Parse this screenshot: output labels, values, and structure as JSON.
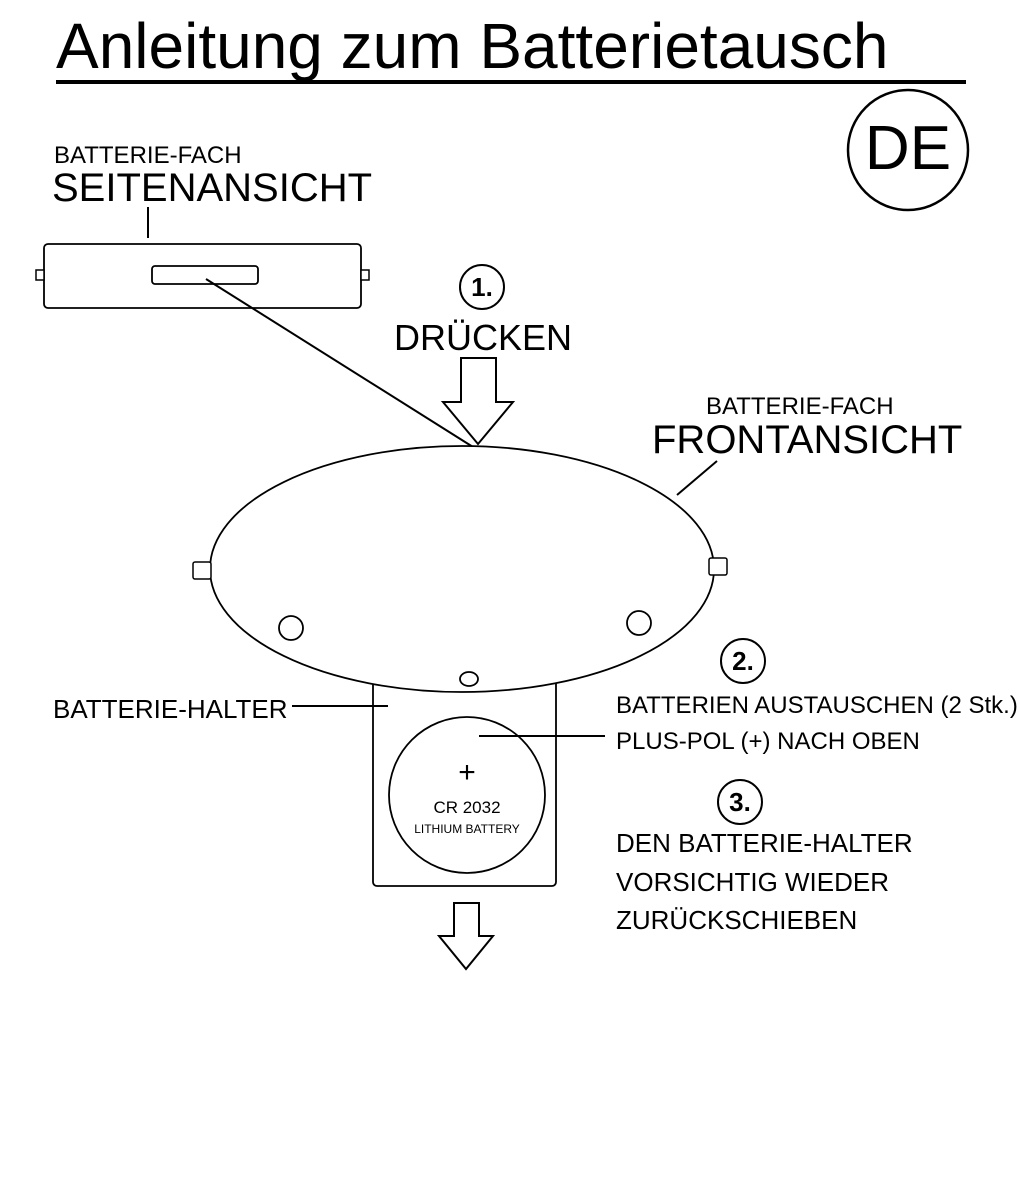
{
  "title": "Anleitung zum Batterietausch",
  "language_badge": "DE",
  "side_view": {
    "caption_small": "BATTERIE-FACH",
    "caption_large": "SEITENANSICHT"
  },
  "front_view": {
    "caption_small": "BATTERIE-FACH",
    "caption_large": "FRONTANSICHT"
  },
  "steps": [
    {
      "number": "1.",
      "lines": [
        "DRÜCKEN"
      ]
    },
    {
      "number": "2.",
      "lines": [
        "BATTERIEN AUSTAUSCHEN (2 Stk.)",
        "PLUS-POL (+) NACH OBEN"
      ]
    },
    {
      "number": "3.",
      "lines": [
        "DEN BATTERIE-HALTER",
        "VORSICHTIG WIEDER",
        "ZURÜCKSCHIEBEN"
      ]
    }
  ],
  "holder_label": "BATTERIE-HALTER",
  "battery": {
    "symbol": "+",
    "model": "CR 2032",
    "type": "LITHIUM BATTERY"
  }
}
